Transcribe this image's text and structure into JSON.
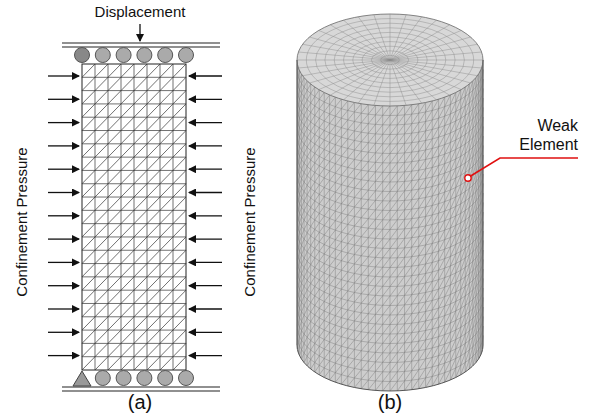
{
  "diagram": {
    "labels": [
      "Displacement",
      "Confinement Pressure",
      "Confinement Pressure",
      "Weak Element",
      "(a)",
      "(b)"
    ]
  }
}
